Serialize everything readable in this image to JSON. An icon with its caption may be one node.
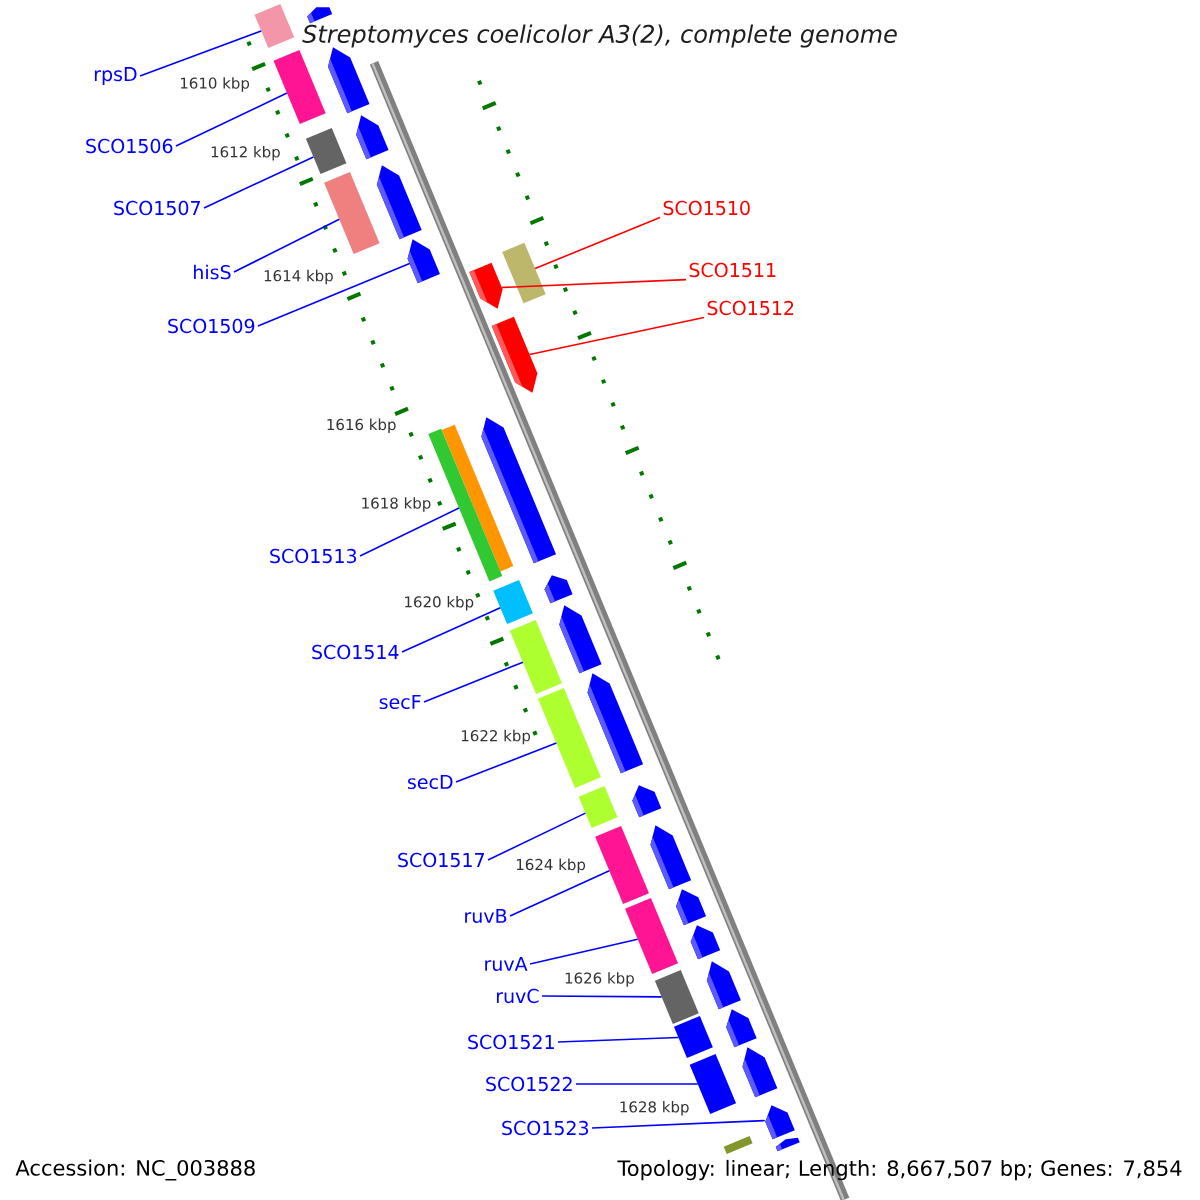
{
  "diagram": {
    "title": "Streptomyces coelicolor A3(2), complete genome",
    "nodes": [
      {
        "text": [
          "rpsD"
        ]
      },
      {
        "text": [
          "SCO1506"
        ]
      },
      {
        "text": [
          "SCO1507"
        ]
      },
      {
        "text": [
          "hisS"
        ]
      },
      {
        "text": [
          "SCO1509"
        ]
      },
      {
        "text": [
          "SCO1510"
        ]
      },
      {
        "text": [
          "SCO1511"
        ]
      },
      {
        "text": [
          "SCO1512"
        ]
      },
      {
        "text": [
          "SCO1513"
        ]
      },
      {
        "text": [
          "SCO1514"
        ]
      },
      {
        "text": [
          "secF"
        ]
      },
      {
        "text": [
          "secD"
        ]
      },
      {
        "text": [
          "SCO1517"
        ]
      },
      {
        "text": [
          "ruvB"
        ]
      },
      {
        "text": [
          "ruvA"
        ]
      },
      {
        "text": [
          "ruvC"
        ]
      },
      {
        "text": [
          "SCO1521"
        ]
      },
      {
        "text": [
          "SCO1522"
        ]
      },
      {
        "text": [
          "SCO1523"
        ]
      },
      {
        "text": [],
        "shape": "box"
      },
      {
        "text": [],
        "shape": "pentagon"
      },
      {
        "text": [],
        "shape": "pentagon"
      },
      {
        "text": [],
        "shape": "box"
      },
      {
        "text": [],
        "shape": "pentagon"
      },
      {
        "text": [],
        "shape": "box"
      },
      {
        "text": [],
        "shape": "pentagon"
      },
      {
        "text": [],
        "shape": "box"
      },
      {
        "text": [],
        "shape": "pentagon"
      },
      {
        "text": [],
        "shape": "box"
      },
      {
        "text": [],
        "shape": "pentagon"
      },
      {
        "text": [],
        "shape": "pentagon"
      },
      {
        "text": [],
        "shape": "pentagon"
      },
      {
        "text": [],
        "shape": "box"
      },
      {
        "text": [],
        "shape": "box"
      },
      {
        "text": [],
        "shape": "pentagon"
      },
      {
        "text": [],
        "shape": "box"
      },
      {
        "text": [],
        "shape": "pentagon"
      },
      {
        "text": [],
        "shape": "box"
      },
      {
        "text": [],
        "shape": "pentagon"
      },
      {
        "text": [],
        "shape": "box"
      },
      {
        "text": [],
        "shape": "pentagon"
      },
      {
        "text": [],
        "shape": "box"
      },
      {
        "text": [],
        "shape": "pentagon"
      },
      {
        "text": [],
        "shape": "box"
      },
      {
        "text": [],
        "shape": "pentagon"
      },
      {
        "text": [],
        "shape": "box"
      },
      {
        "text": [],
        "shape": "pentagon"
      },
      {
        "text": [],
        "shape": "pentagon"
      },
      {
        "text": [],
        "shape": "box"
      },
      {
        "text": [],
        "shape": "pentagon"
      },
      {
        "text": [],
        "shape": "box"
      },
      {
        "text": [],
        "shape": "pentagon"
      },
      {
        "text": [],
        "shape": "box"
      },
      {
        "text": [],
        "shape": "pentagon"
      },
      {
        "text": [],
        "shape": "pentagon"
      },
      {
        "text": [],
        "shape": "box"
      }
    ],
    "edges": [
      {
        "from": 0,
        "to": 19,
        "arrow": "none"
      },
      {
        "from": 1,
        "to": 22,
        "arrow": "none"
      },
      {
        "from": 2,
        "to": 24,
        "arrow": "none"
      },
      {
        "from": 3,
        "to": 26,
        "arrow": "none"
      },
      {
        "from": 4,
        "to": 27,
        "arrow": "none"
      },
      {
        "from": 5,
        "to": 28,
        "arrow": "none",
        "color": "#ff0000"
      },
      {
        "from": 6,
        "to": 29,
        "arrow": "none",
        "color": "#ff0000"
      },
      {
        "from": 7,
        "to": 30,
        "arrow": "none",
        "color": "#ff0000"
      },
      {
        "from": 8,
        "to": 33,
        "arrow": "none"
      },
      {
        "from": 9,
        "to": 35,
        "arrow": "none"
      },
      {
        "from": 10,
        "to": 37,
        "arrow": "none"
      },
      {
        "from": 11,
        "to": 39,
        "arrow": "none"
      },
      {
        "from": 12,
        "to": 41,
        "arrow": "none"
      },
      {
        "from": 13,
        "to": 43,
        "arrow": "none"
      },
      {
        "from": 14,
        "to": 45,
        "arrow": "none"
      },
      {
        "from": 15,
        "to": 48,
        "arrow": "none"
      },
      {
        "from": 16,
        "to": 50,
        "arrow": "none"
      },
      {
        "from": 17,
        "to": 52,
        "arrow": "none"
      },
      {
        "from": 18,
        "to": 53,
        "arrow": "none"
      }
    ],
    "labels": [
      "1610 kbp",
      "1612 kbp",
      "1614 kbp",
      "1616 kbp",
      "1618 kbp",
      "1620 kbp",
      "1622 kbp",
      "1624 kbp",
      "1626 kbp",
      "1628 kbp",
      "Accession: NC_003888",
      "Topology: linear; Length: 8,667,507 bp; Genes: 7,854"
    ]
  }
}
